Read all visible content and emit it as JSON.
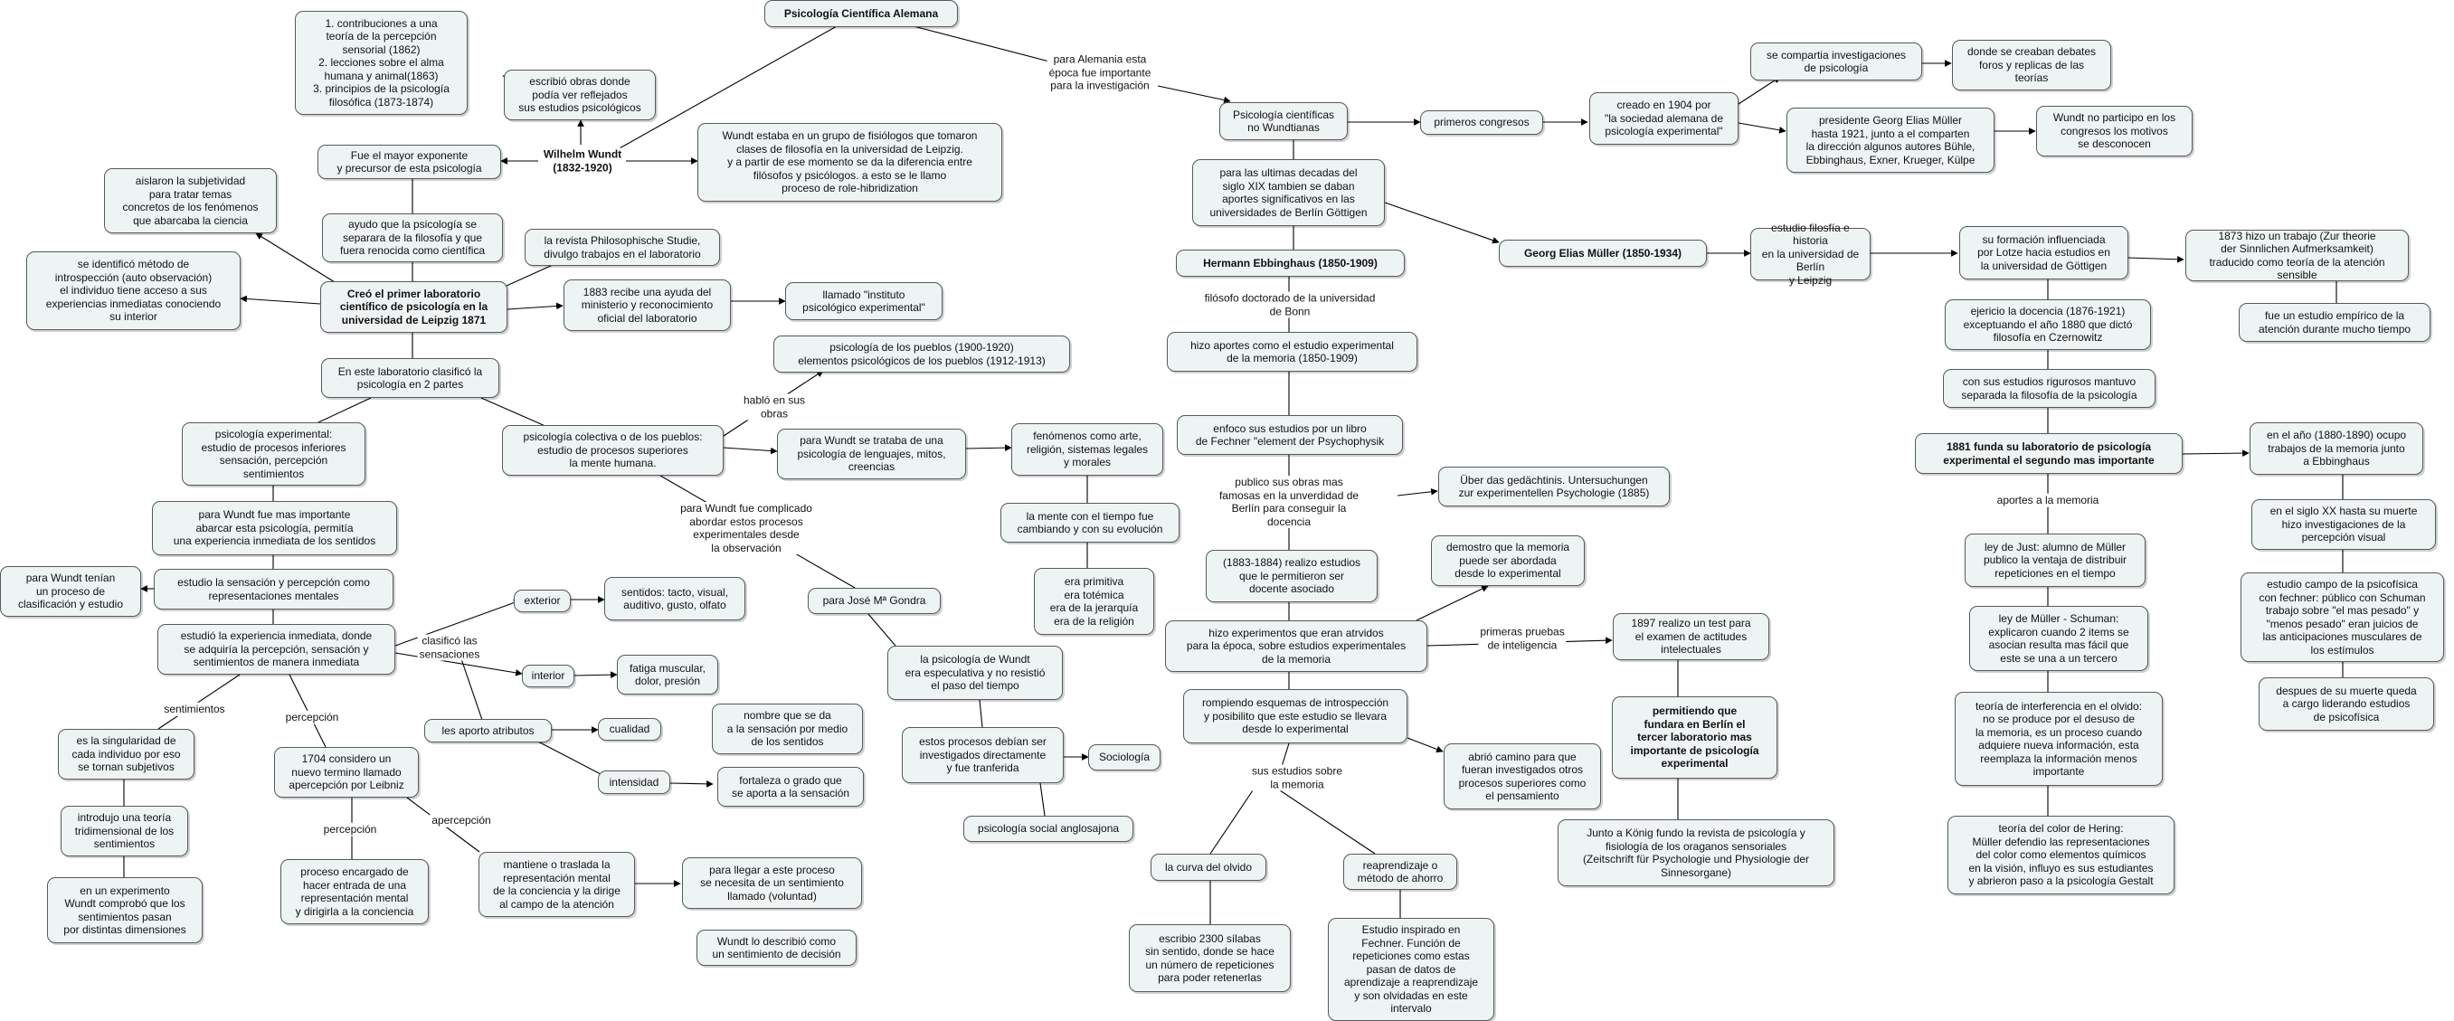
{
  "nodes": {
    "psicologia_cientifica_alemana": "Psicología Científica Alemana",
    "wundt": "Wilhelm Wundt\n(1832-1920)",
    "contribuciones": "1. contribuciones a una\nteoría de la percepción\nsensorial (1862)\n2. lecciones sobre el alma\nhumana y animal(1863)\n3. principios de la psicología\nfilosófica (1873-1874)",
    "escribio_obras": "escribió obras donde\npodía ver reflejados\nsus estudios psicológicos",
    "mayor_exponente": "Fue el mayor exponente\ny precursor de esta psicología",
    "grupo_fisiologos": "Wundt estaba en un grupo de fisiólogos que tomaron\nclases de filosofía en la universidad de Leipzig.\ny a partir de ese momento se da la diferencia entre\nfilósofos y psicólogos. a esto se le llamo\nproceso de role-hibridization",
    "aislaron": "aislaron la subjetividad\npara tratar temas\nconcretos de los fenómenos\nque abarcaba la ciencia",
    "ayudo_separar": "ayudo que la psicología se\nseparara de la filosofía y que\nfuera renocida como científica",
    "introspeccion": "se identificó método de\nintrospección (auto observación)\nel individuo tiene acceso a sus\nexperiencias inmediatas conociendo\nsu interior",
    "laboratorio": "Creó el primer laboratorio\ncientífico de psicología en la\nuniversidad de Leipzig 1871",
    "revista_phil": "la revista Philosophische Studie,\ndivulgo trabajos en el laboratorio",
    "ayuda_1883": "1883 recibe una ayuda del\nministerio y reconocimiento\noficial del laboratorio",
    "instituto": "llamado \"instituto\npsicológico experimental\"",
    "clasifico_partes": "En este laboratorio clasificó la\npsicología en 2 partes",
    "psicologia_pueblos": "psicología de los pueblos (1900-1920)\nelementos psicológicos de los pueblos (1912-1913)",
    "psi_experimental": "psicología experimental:\nestudio de procesos inferiores\nsensación, percepción\nsentimientos",
    "psi_colectiva": "psicología colectiva o de los pueblos:\nestudio de procesos superiores\nla mente humana.",
    "psi_lenguajes": "para Wundt se trataba de una\npsicología de lenguajes, mitos,\ncreencias",
    "fenomenos_arte": "fenómenos como arte,\nreligión, sistemas legales\ny morales",
    "mente_tiempo": "la mente con el tiempo fue\ncambiando y con su evolución",
    "era_primitiva": "era primitiva\nera totémica\nera de la jerarquía\nera de la religión",
    "mas_importante": "para Wundt fue mas importante\nabarcar esta psicología, permitía\nuna experiencia inmediata de los sentidos",
    "un_proceso": "para Wundt tenían\nun proceso de\nclasificación y estudio",
    "estudio_sensacion": "estudio la sensación y percepción como\nrepresentaciones mentales",
    "experiencia_inmediata": "estudió la experiencia inmediata, donde\nse adquiría la percepción, sensación y\nsentimientos de manera inmediata",
    "exterior": "exterior",
    "sentidos": "sentidos: tacto, visual,\nauditivo, gusto, olfato",
    "interior": "interior",
    "fatiga": "fatiga muscular,\ndolor, presión",
    "aporte_atributos": "les aporto atributos",
    "cualidad": "cualidad",
    "cualidad_desc": "nombre que se da\na la sensación por medio\nde los sentidos",
    "intensidad": "intensidad",
    "intensidad_desc": "fortaleza o grado que\nse aporta a la sensación",
    "singularidad": "es la singularidad de\ncada individuo por eso\nse tornan subjetivos",
    "teoria_tridimensional": "introdujo una teoría\ntridimensional de los\nsentimientos",
    "experimento": "en un experimento\nWundt comprobó que los\nsentimientos pasan\npor distintas dimensiones",
    "apercepcion_1704": "1704 considero un\nnuevo termino llamado\napercepción por Leibniz",
    "proceso_encargado": "proceso encargado de\nhacer entrada de una\nrepresentación mental\ny dirigirla a la conciencia",
    "mantiene": "mantiene o traslada la\nrepresentación mental\nde la conciencia y la dirige\nal campo de la atención",
    "para_llegar": "para llegar a este proceso\nse necesita de un sentimiento\nllamado (voluntad)",
    "sentimiento_decision": "Wundt lo describió como\nun sentimiento de decisión",
    "jose_gondra": "para José Mª Gondra",
    "especulativa": "la psicología de Wundt\nera especulativa y no resistió\nel paso del tiempo",
    "procesos_debian": "estos procesos debían ser\ninvestigados directamente\ny fue tranferida",
    "sociologia": "Sociología",
    "psi_anglosajona": "psicología social anglosajona",
    "psi_no_wundtianas": "Psicología científicas\nno Wundtianas",
    "ultimas_decadas": "para las ultimas decadas del\nsiglo XIX  tambien se daban\naportes significativos en las\nuniversidades de Berlín Göttigen",
    "primeros_congresos": "primeros congresos",
    "creado_1904": "creado en 1904 por\n\"la sociedad alemana de\npsicología experimental\"",
    "se_compartia": "se compartia investigaciones\nde psicología",
    "debates": "donde se creaban debates\nforos y replicas de las\nteorías",
    "presidente_muller": "presidente Georg Elias Müller\nhasta 1921, junto a el comparten\nla dirección algunos autores Bühle,\nEbbinghaus, Exner, Krueger, Külpe",
    "wundt_no_participo": "Wundt no participo en los\ncongresos los motivos\nse desconocen",
    "ebbinghaus": "Hermann Ebbinghaus (1850-1909)",
    "hizo_aportes": "hizo aportes como el estudio experimental\nde la memoria (1850-1909)",
    "enfoco": "enfoco sus estudios por un libro\nde Fechner \"element der Psychophysik",
    "uber_gedachtnis": "Über das gedächtinis. Untersuchungen\nzur experimentellen Psychologie (1885)",
    "estudios_1883": "(1883-1884) realizo estudios\nque le permitieron ser\ndocente asociado",
    "demostro": "demostro que la memoria\npuede ser abordada\ndesde lo experimental",
    "experimentos_atrvidos": "hizo experimentos que eran atrvidos\npara la época, sobre estudios experimentales\nde la memoria",
    "test_1897": "1897 realizo un test para\nel examen de actitudes\nintelectuales",
    "permitiendo_berlin": "permitiendo que\nfundara en Berlín el\ntercer laboratorio mas\nimportante de psicología\nexperimental",
    "rompiendo_esquemas": "rompiendo esquemas de introspección\ny posibilito que este estudio se llevara\ndesde lo experimental",
    "abrio_camino": "abrió camino para que\nfueran investigados otros\nprocesos superiores como\nel pensamiento",
    "konig": "Junto a König fundo la revista de psicología y\nfisiología de los oraganos sensoriales\n(Zeitschrift für Psychologie und Physiologie der\nSinnesorgane)",
    "curva_olvido": "la curva del olvido",
    "reaprendizaje": "reaprendizaje o\nmétodo de ahorro",
    "silabas": "escribio 2300 sílabas\nsin sentido, donde se hace\nun número de repeticiones\npara poder retenerlas",
    "inspirado_fechner": "Estudio inspirado en\nFechner.  Función de\nrepeticiones como estas\npasan de datos de\naprendizaje a reaprendizaje\ny son olvidadas en este\nintervalo",
    "muller": "Georg Elias Müller (1850-1934)",
    "estudio_filosofia": "estudio filosfía e historia\nen la universidad de Berlín\ny Leipzig",
    "formacion_lotze": "su formación influenciada\npor Lotze hacia estudios en\nla universidad de Göttigen",
    "trabajo_1873": "1873 hizo un trabajo (Zur theorie\nder Sinnlichen Aufmerksamkeit)\ntraducido como teoría de la atención sensible",
    "estudio_empirico": "fue un estudio empírico de la\natención durante mucho tiempo",
    "docencia": "ejericio la docencia (1876-1921)\nexceptuando el año 1880 que dictó\nfilosofía en Czernowitz",
    "rigurosos": "con sus estudios rigurosos mantuvo\nseparada la filosofía de la psicología",
    "laboratorio_1881": "1881 funda su laboratorio de psicología\nexperimental el segundo mas importante",
    "anio_1880": "en el año (1880-1890) ocupo\ntrabajos de la memoria junto\na Ebbinghaus",
    "siglo_xx": "en el siglo XX hasta su muerte\nhizo investigaciones de la\npercepción visual",
    "psicofisica": "estudio campo de la psicofísica\ncon fechner: público con Schuman\ntrabajo sobre \"el mas pesado\" y\n\"menos pesado\" eran juicios de\nlas anticipaciones musculares de\nlos estímulos",
    "despues_muerte": "despues de su muerte queda\na cargo liderando estudios\nde psicofísica",
    "ley_just": "ley de Just: alumno de Müller\npublico la ventaja de distribuir\nrepeticiones en el tiempo",
    "ley_muller": "ley de Müller - Schuman:\nexplicaron cuando 2 items se\nasocian resulta mas fácil que\neste se una a un tercero",
    "interferencia": "teoría de interferencia en el olvido:\nno se produce por el desuso de\nla memoria, es un proceso cuando\nadquiere nueva información, esta\nreemplaza la información menos\nimportante",
    "color_hering": "teoría del color de Hering:\nMüller defendio las representaciones\ndel color como elementos químicos\nen la visión, influyo es sus estudiantes\ny abrieron paso a la psicología Gestalt"
  },
  "links": {
    "para_alemania": "para Alemania esta\népoca fue importante\npara la investigación",
    "hablo_obras": "habló en sus\nobras",
    "complicado": "para Wundt fue complicado\nabordar estos procesos\nexperimentales desde\nla observación",
    "clasifico_sensaciones": "clasificó las\nsensaciones",
    "sentimientos": "sentimientos",
    "percepcion": "percepción",
    "percepcion_2": "percepción",
    "apercepcion": "apercepción",
    "filosofo_bonn": "filósofo doctorado de la universidad\nde Bonn",
    "publico_obras": "publico sus obras mas\nfamosas en la unverdidad de\nBerlín para conseguir la\ndocencia",
    "primeras_pruebas": "primeras pruebas\nde inteligencia",
    "sus_estudios_memoria": "sus estudios sobre\nla memoria",
    "aportes_memoria": "aportes a la memoria"
  }
}
